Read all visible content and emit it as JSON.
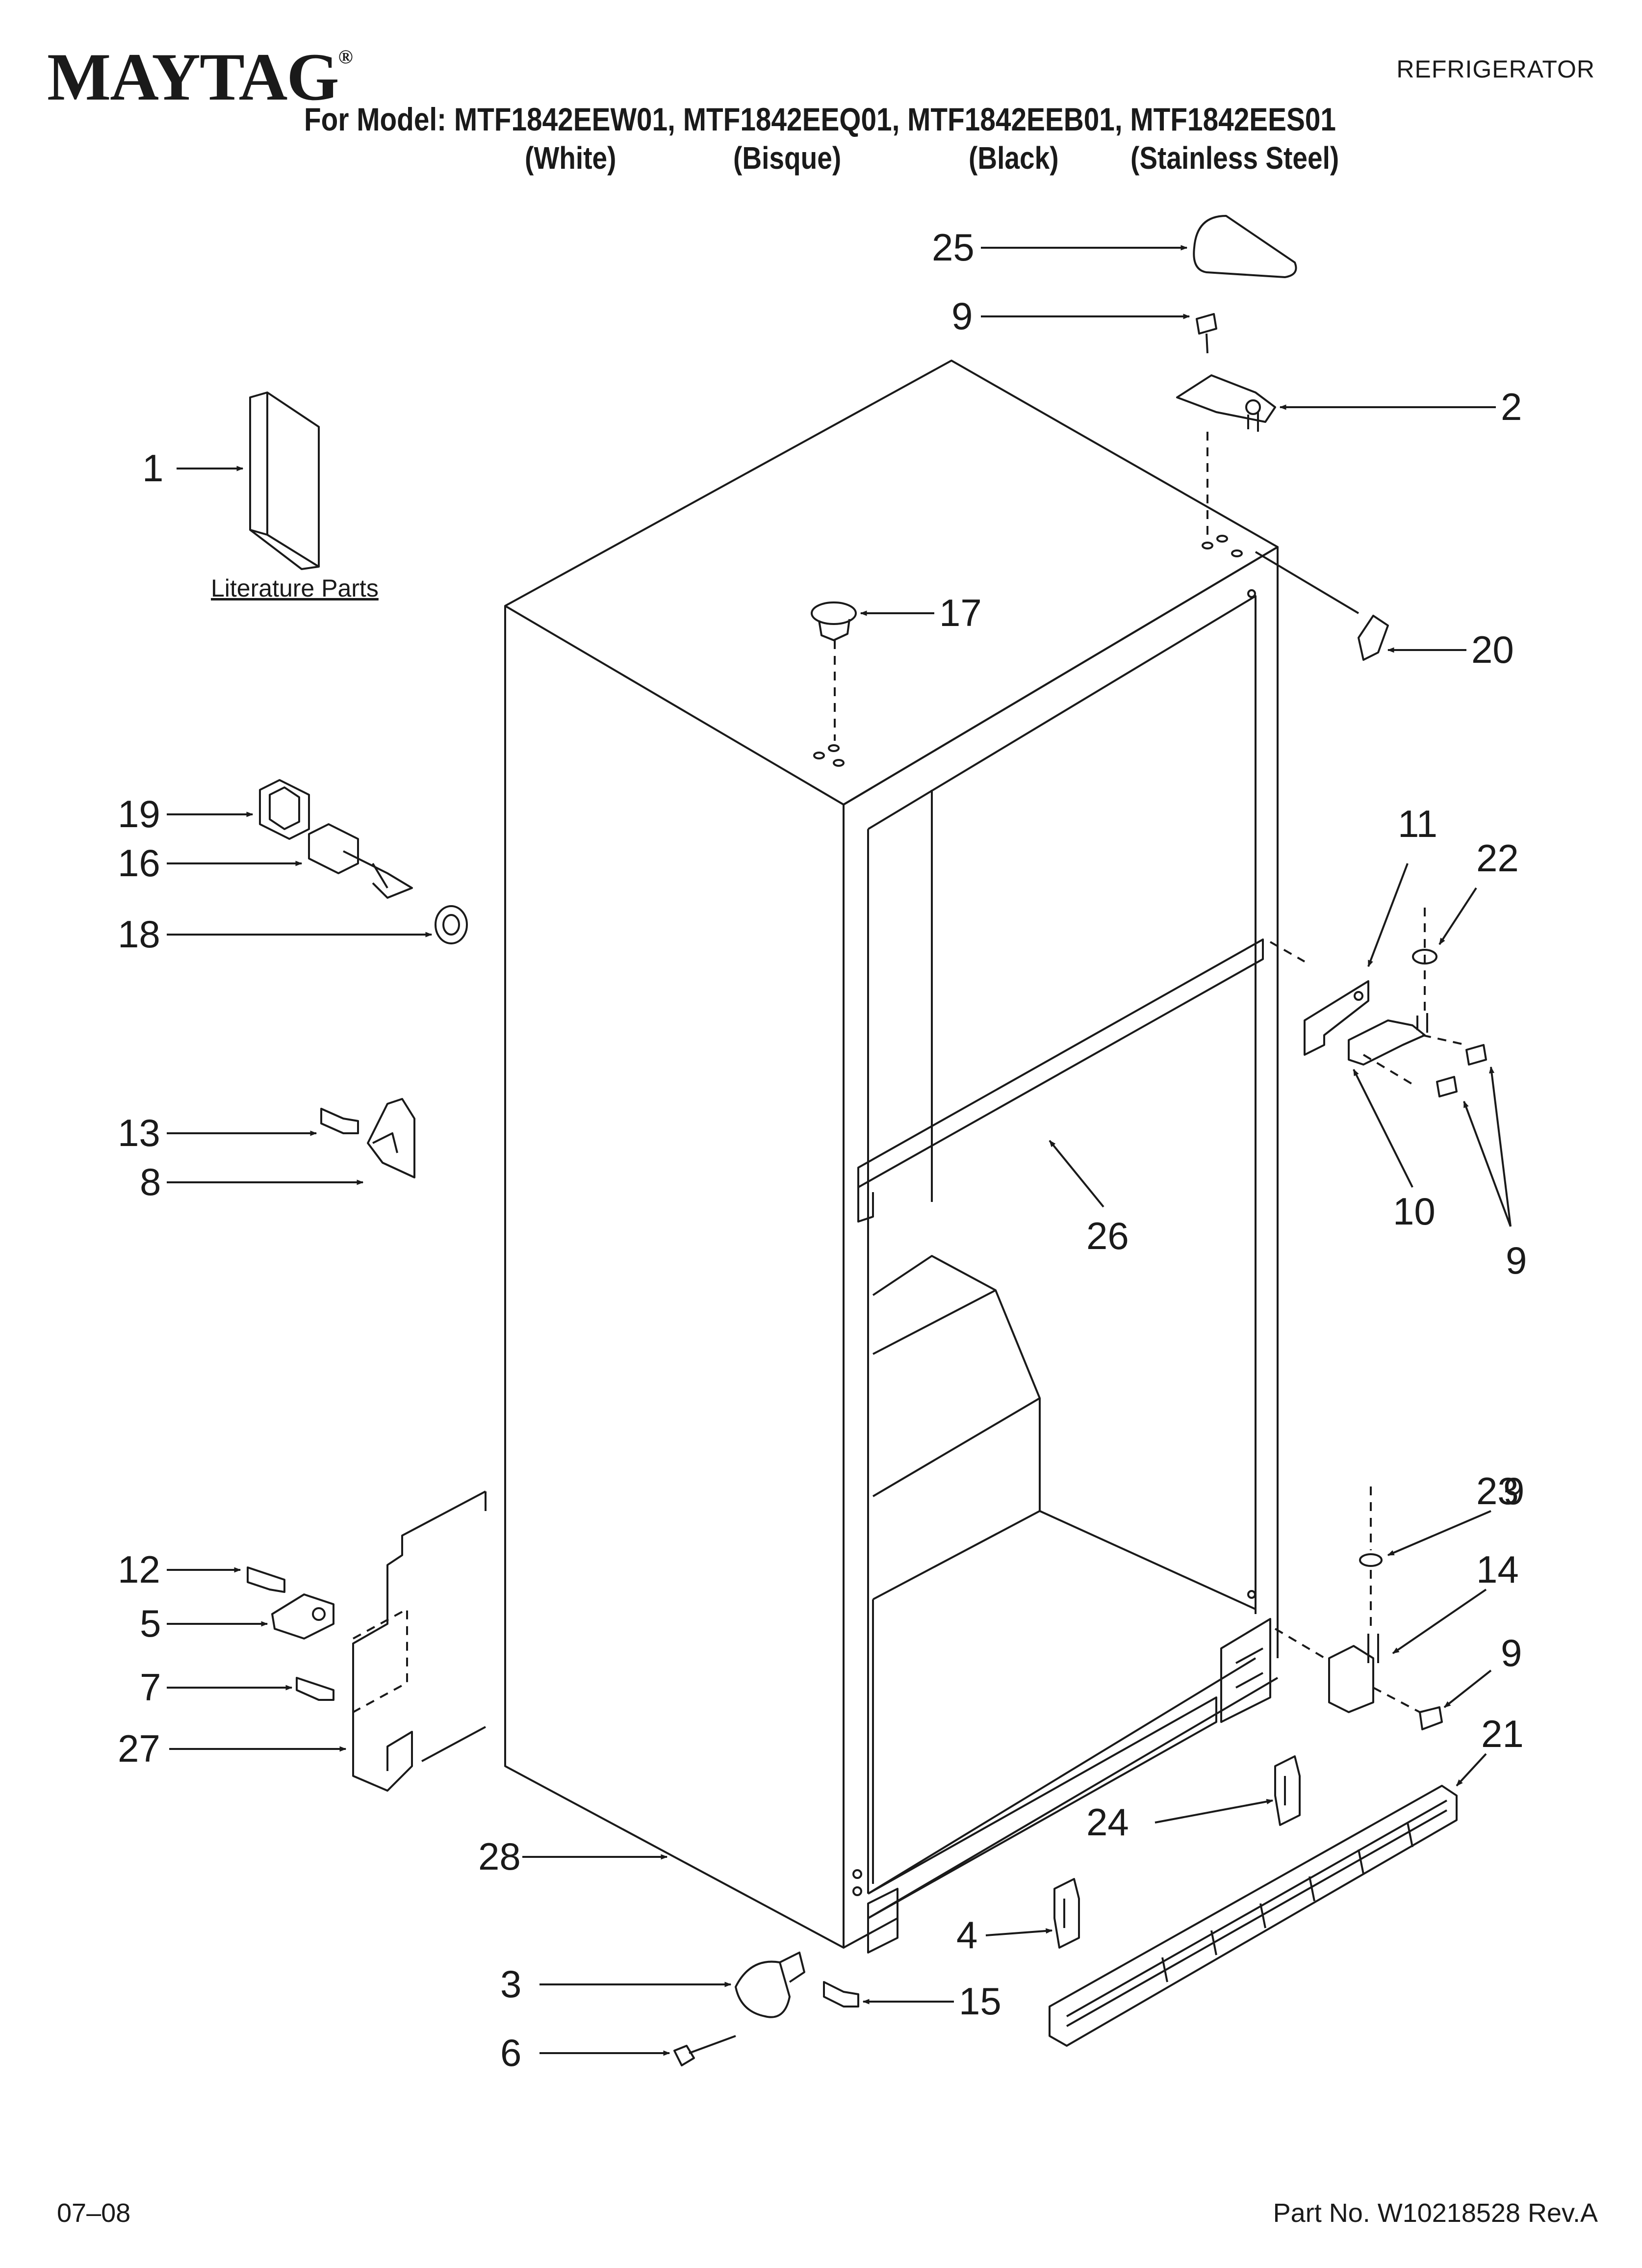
{
  "header": {
    "brand": "MAYTAG",
    "brand_mark": "®",
    "doc_type": "REFRIGERATOR",
    "model_line": "For Model: MTF1842EEW01, MTF1842EEQ01, MTF1842EEB01, MTF1842EES01",
    "colors": [
      "(White)",
      "(Bisque)",
      "(Black)",
      "(Stainless Steel)"
    ]
  },
  "literature_label": "Literature Parts",
  "callouts": [
    "25",
    "9",
    "2",
    "1",
    "17",
    "20",
    "19",
    "16",
    "18",
    "11",
    "22",
    "13",
    "8",
    "10",
    "9",
    "26",
    "9",
    "23",
    "12",
    "14",
    "5",
    "9",
    "7",
    "21",
    "27",
    "24",
    "28",
    "4",
    "3",
    "15",
    "6"
  ],
  "footer": {
    "date_code": "07–08",
    "part_number": "Part No. W10218528 Rev.A"
  }
}
